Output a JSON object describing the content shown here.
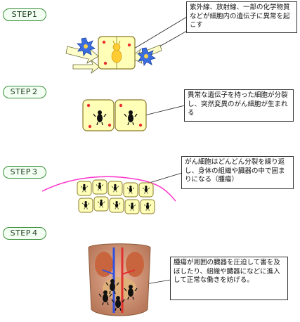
{
  "steps": [
    {
      "label": "STEP1",
      "text": "紫外線、放射線、一部の化学物質などが細胞内の遺伝子に異常を起こす"
    },
    {
      "label": "STEP２",
      "text": "異常な遺伝子を持った細胞が分裂し、突然変異のがん細胞が生まれる"
    },
    {
      "label": "STEP３",
      "text": "がん細胞はどんどん分裂を繰り返し、身体の組織や臓器の中で固まりになる（腫瘍）"
    },
    {
      "label": "STEP４",
      "text": "腫瘍が周囲の臓器を圧迫して害を及ぼしたり、組織や臓器になどに進入して正常な働きを妨げる。"
    }
  ],
  "colors": {
    "cell_fill": "#ffffb8",
    "cell_border": "#8a7a2a",
    "pathogen": "#3a6ee0",
    "membrane": "#ff33cc",
    "arrow_fill": "#ffffcc"
  }
}
